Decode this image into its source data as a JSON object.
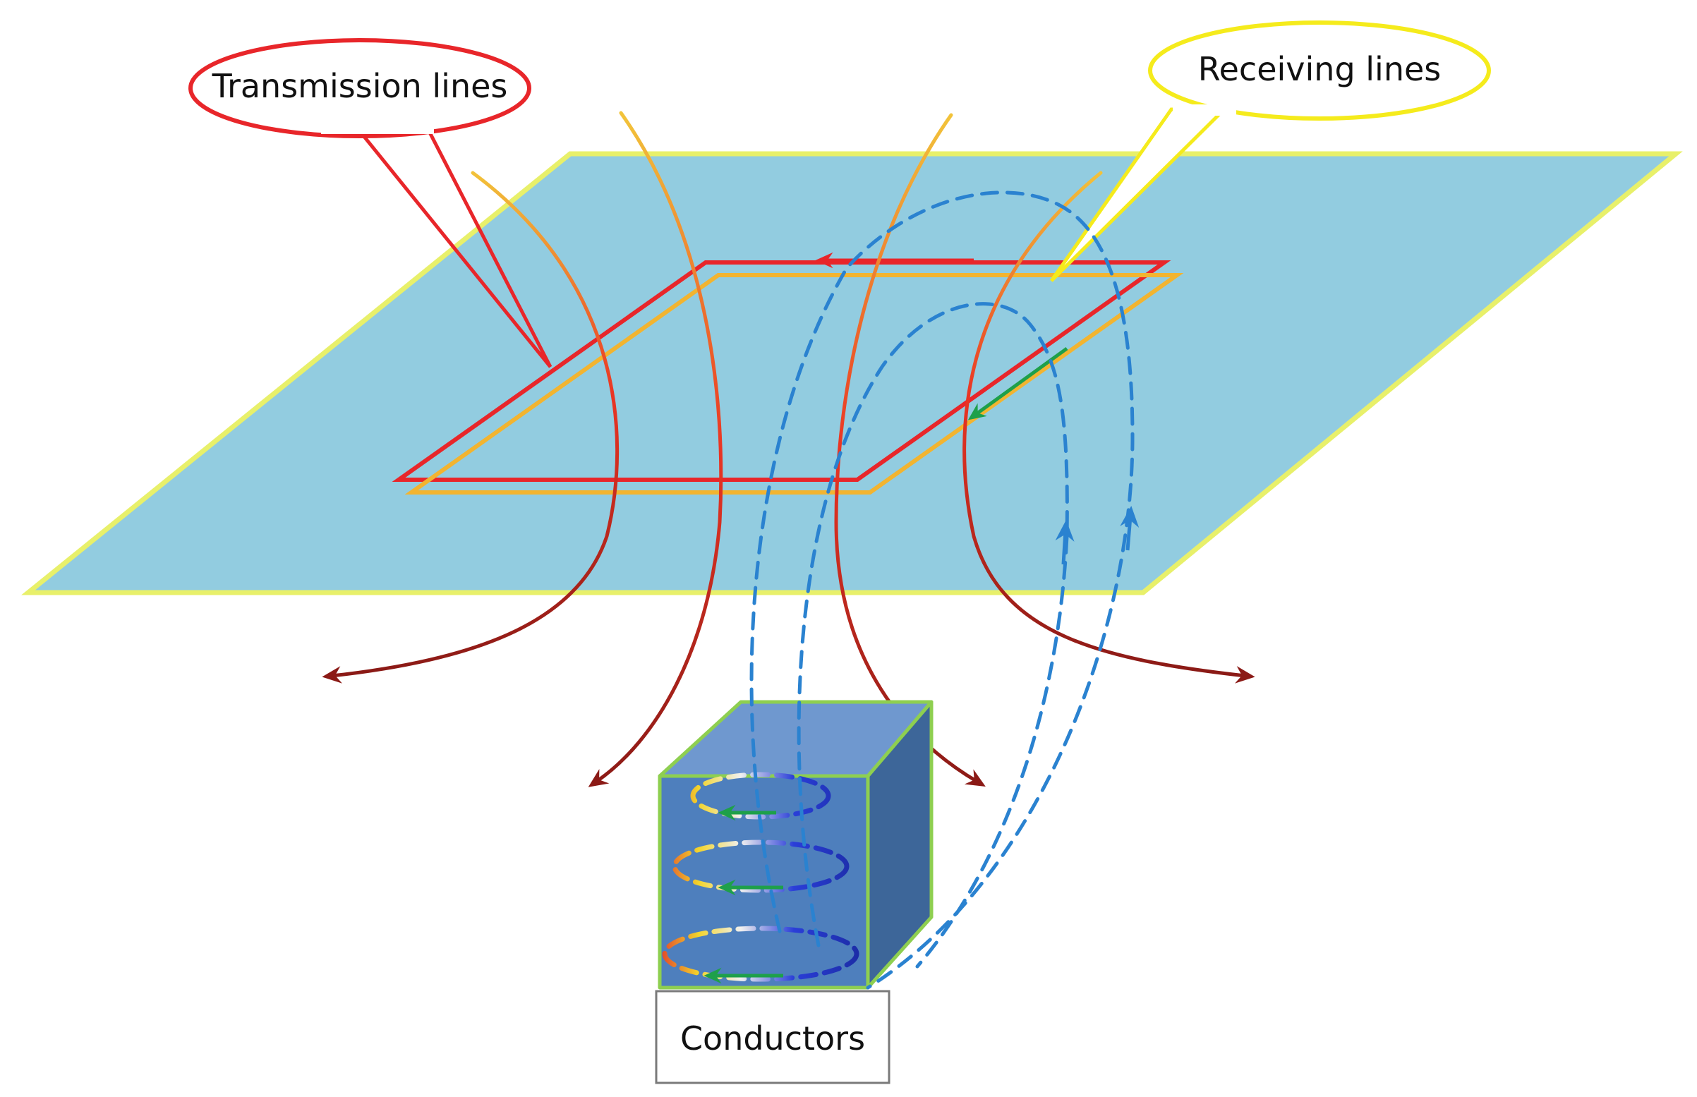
{
  "labels": {
    "transmission": "Transmission lines",
    "receiving": "Receiving lines",
    "conductors": "Conductors"
  },
  "colors": {
    "plane_fill": "#92cce0",
    "plane_edge": "#e8f06a",
    "transmission": "#e8262a",
    "receiving": "#f5eb1c",
    "receiver_coil": "#f2b430",
    "field_line_dark": "#8b1a16",
    "eddy_loop": "#2a82d0",
    "cube_front": "#4e7fbd",
    "cube_side": "#3d6699",
    "cube_top": "#6f98cf",
    "cube_edge": "#8ecf50",
    "current_arrow": "#1ea04a"
  }
}
